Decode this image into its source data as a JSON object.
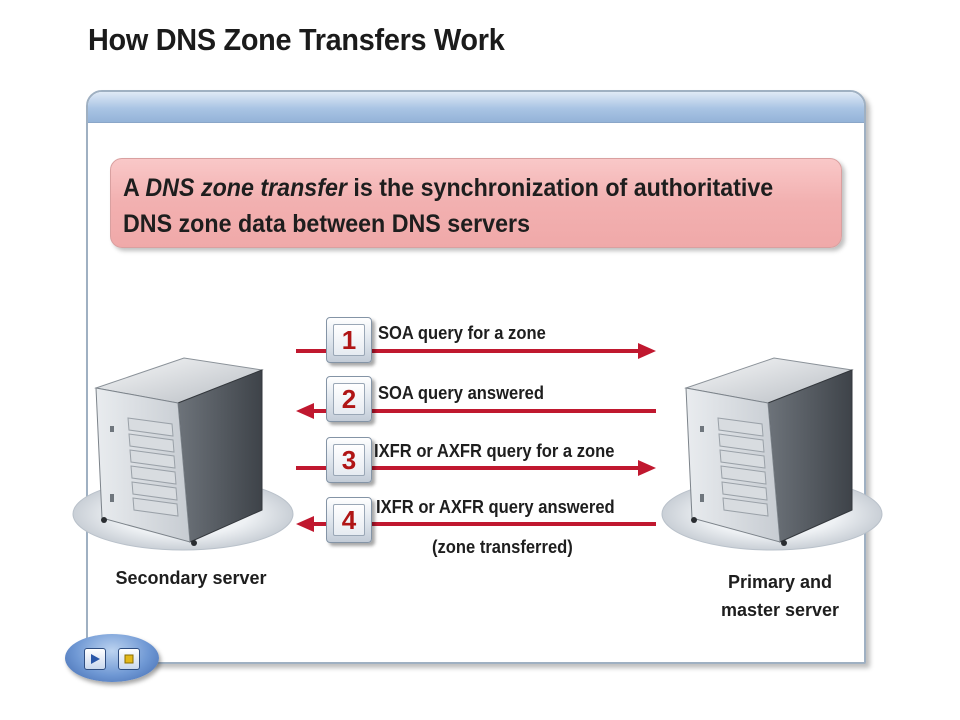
{
  "title": "How DNS Zone Transfers Work",
  "definition": {
    "prefix": "A ",
    "term": "DNS zone transfer",
    "rest": " is the synchronization of authoritative DNS zone data between DNS servers"
  },
  "steps": [
    {
      "number": "1",
      "label": "SOA query for a zone",
      "direction": "to-primary"
    },
    {
      "number": "2",
      "label": "SOA query answered",
      "direction": "to-secondary"
    },
    {
      "number": "3",
      "label": "IXFR or AXFR query for a zone",
      "direction": "to-primary"
    },
    {
      "number": "4",
      "label": "IXFR or AXFR query answered",
      "sublabel": "(zone transferred)",
      "direction": "to-secondary"
    }
  ],
  "servers": {
    "secondary": {
      "label": "Secondary server"
    },
    "primary": {
      "label_line1": "Primary and",
      "label_line2": "master server"
    }
  },
  "colors": {
    "arrow": "#c0182f",
    "accent_red": "#b01515"
  }
}
